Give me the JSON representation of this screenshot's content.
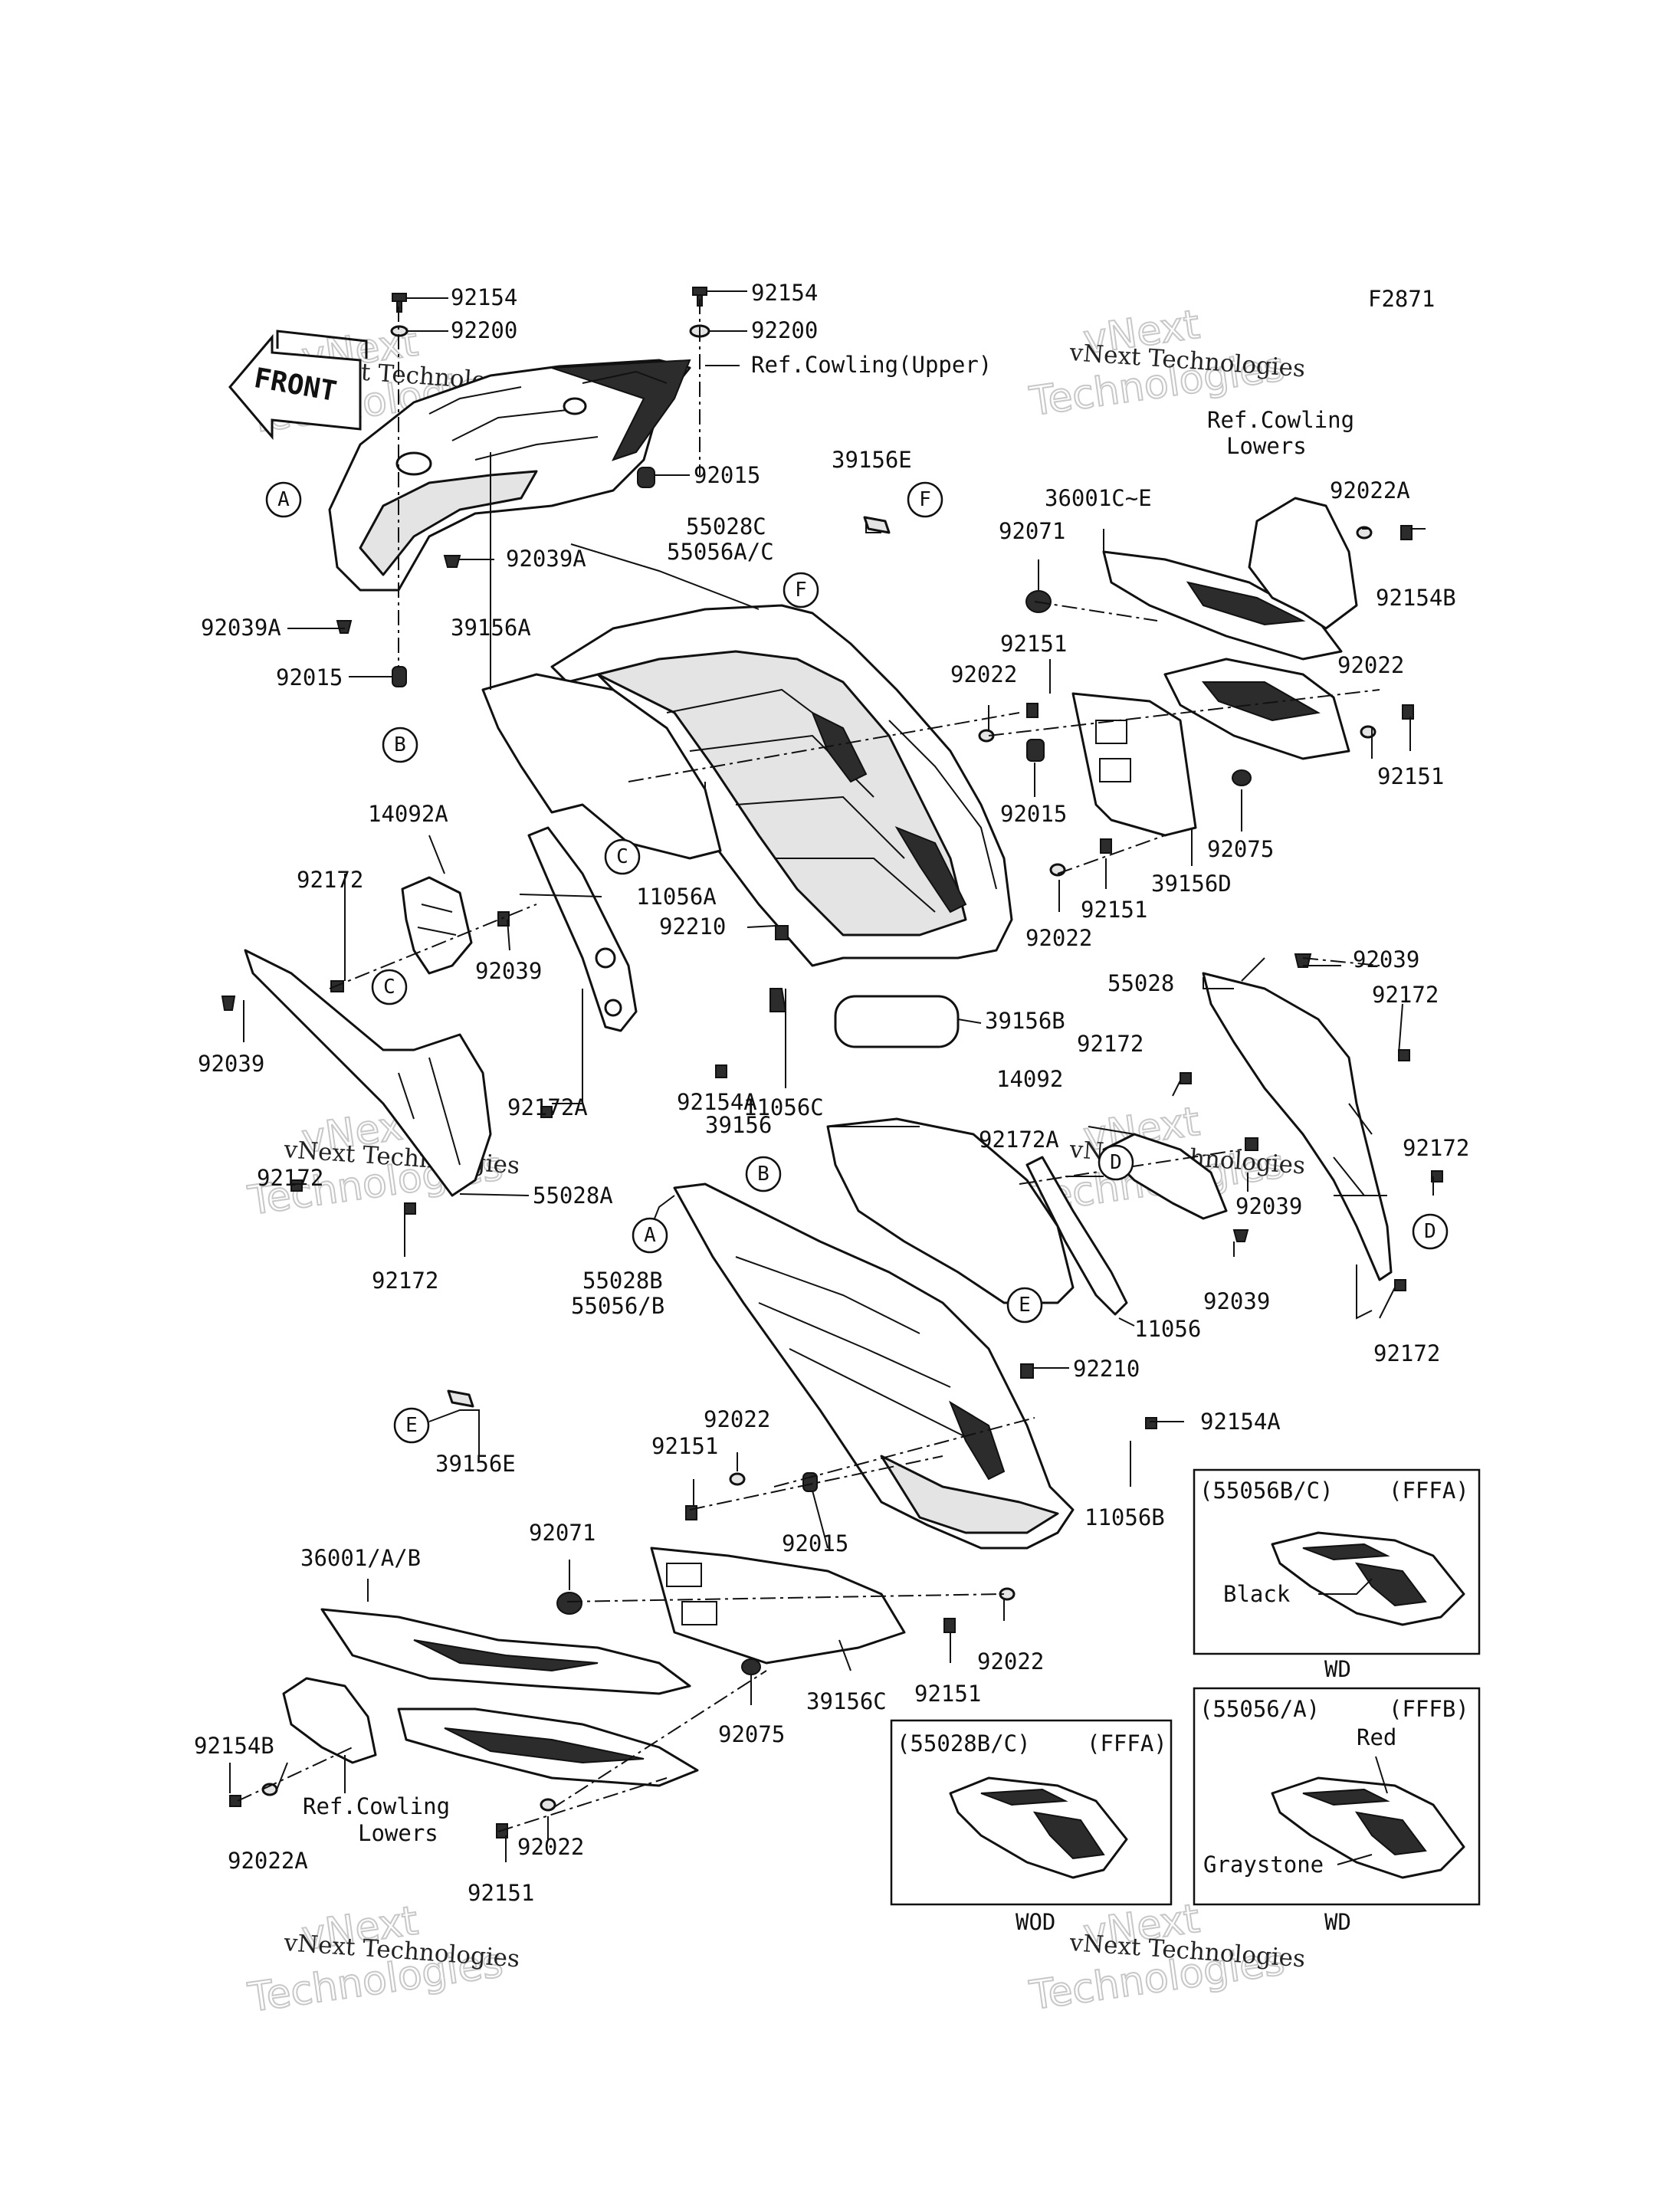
{
  "figure_code": "F2871",
  "watermark": {
    "line1": "vNext",
    "line2": "Technologies",
    "caption": "vNext Technologies"
  },
  "front_label": "FRONT",
  "callout_letters": [
    "A",
    "B",
    "C",
    "D",
    "E",
    "F"
  ],
  "part_labels": {
    "p92154_tl": "92154",
    "p92200_tl": "92200",
    "p92154_tc": "92154",
    "p92200_tc": "92200",
    "ref_cowling_upper": "Ref.Cowling(Upper)",
    "p92015_tc": "92015",
    "p39156E_top": "39156E",
    "ref_cowling_lowers_top_1": "Ref.Cowling",
    "ref_cowling_lowers_top_2": "Lowers",
    "p92022A_top": "92022A",
    "p92154B_top": "92154B",
    "p36001C_E": "36001C~E",
    "p92071_top": "92071",
    "p55028C": "55028C",
    "p55056A_C": "55056A/C",
    "p92039A_c": "92039A",
    "p92039A_l": "92039A",
    "p92015_l": "92015",
    "p39156A": "39156A",
    "p92151_r1": "92151",
    "p92022_r1": "92022",
    "p92022_r2": "92022",
    "p92151_r2": "92151",
    "p92015_c": "92015",
    "p92075_top": "92075",
    "p39156D": "39156D",
    "p14092A": "14092A",
    "p92172_l1": "92172",
    "p11056A": "11056A",
    "p92210_c": "92210",
    "p92022_c": "92022",
    "p92151_c": "92151",
    "p92039_l": "92039",
    "p92039_r1": "92039",
    "p55028": "55028",
    "p92172_r1": "92172",
    "p92172_r2": "92172",
    "p39156B": "39156B",
    "p92039_ll": "92039",
    "p92172A_l": "92172A",
    "p92154A_c": "92154A",
    "p11056C": "11056C",
    "p14092": "14092",
    "p39156": "39156",
    "p92172A_r": "92172A",
    "p92172_r3": "92172",
    "p92172_l2": "92172",
    "p55028A": "55028A",
    "p92039_r2": "92039",
    "p92172_l3": "92172",
    "p55028B": "55028B",
    "p55056_B": "55056/B",
    "p92039_r3": "92039",
    "p11056": "11056",
    "p92172_r4": "92172",
    "p92210_b": "92210",
    "p39156E_bot": "39156E",
    "p92154A_b": "92154A",
    "p92022_b1": "92022",
    "p92151_b1": "92151",
    "p92015_b": "92015",
    "p11056B": "11056B",
    "p92071_b": "92071",
    "p36001_A_B": "36001/A/B",
    "p92022_b2": "92022",
    "p92151_b2": "92151",
    "p39156C": "39156C",
    "p92075_b": "92075",
    "p92154B_b": "92154B",
    "ref_cowling_lowers_bot_1": "Ref.Cowling",
    "ref_cowling_lowers_bot_2": "Lowers",
    "p92022A_b": "92022A",
    "p92022_b3": "92022",
    "p92151_b3": "92151"
  },
  "variant_boxes": [
    {
      "id": "55056B/C",
      "title": "(55056B/C)",
      "code": "(FFFA)",
      "color_labels": [
        "Black"
      ],
      "footer": "WD"
    },
    {
      "id": "55056/A",
      "title": "(55056/A)",
      "code": "(FFFB)",
      "color_labels": [
        "Red",
        "Graystone"
      ],
      "footer": "WD"
    },
    {
      "id": "55028B/C",
      "title": "(55028B/C)",
      "code": "(FFFA)",
      "color_labels": [],
      "footer": "WOD"
    }
  ]
}
